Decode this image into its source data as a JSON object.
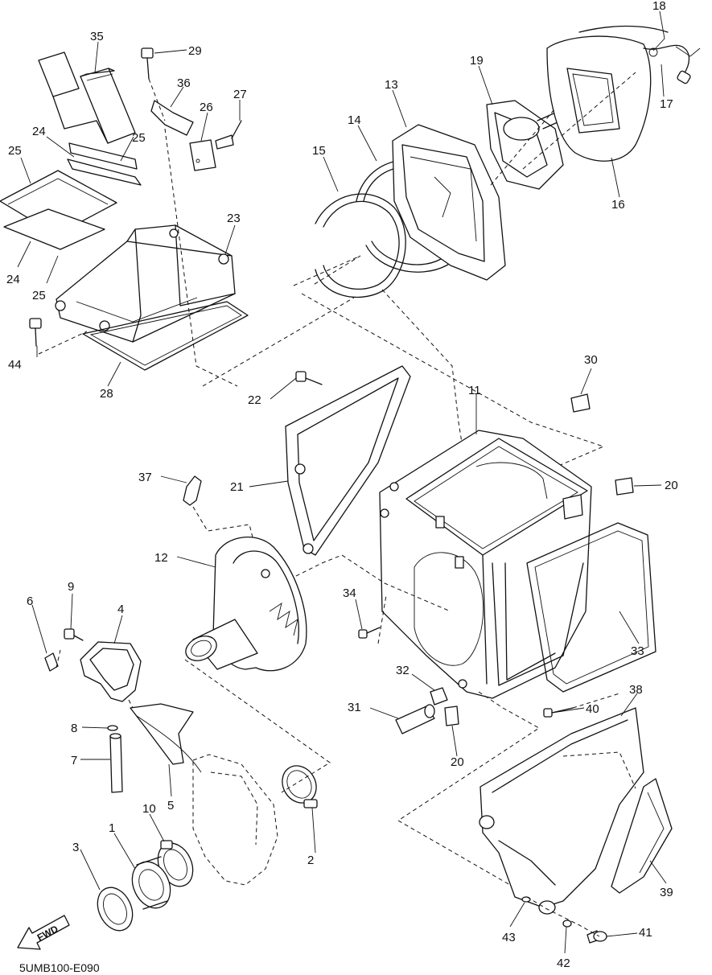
{
  "diagram": {
    "drawing_code": "5UMB100-E090",
    "direction_badge": "FWD",
    "callouts": [
      "18",
      "35",
      "29",
      "19",
      "13",
      "17",
      "36",
      "27",
      "26",
      "14",
      "24",
      "25",
      "15",
      "16",
      "23",
      "44",
      "28",
      "30",
      "22",
      "11",
      "37",
      "21",
      "20",
      "12",
      "9",
      "34",
      "6",
      "4",
      "33",
      "32",
      "31",
      "38",
      "40",
      "8",
      "7",
      "5",
      "10",
      "2",
      "1",
      "3",
      "39",
      "43",
      "41",
      "42"
    ]
  }
}
